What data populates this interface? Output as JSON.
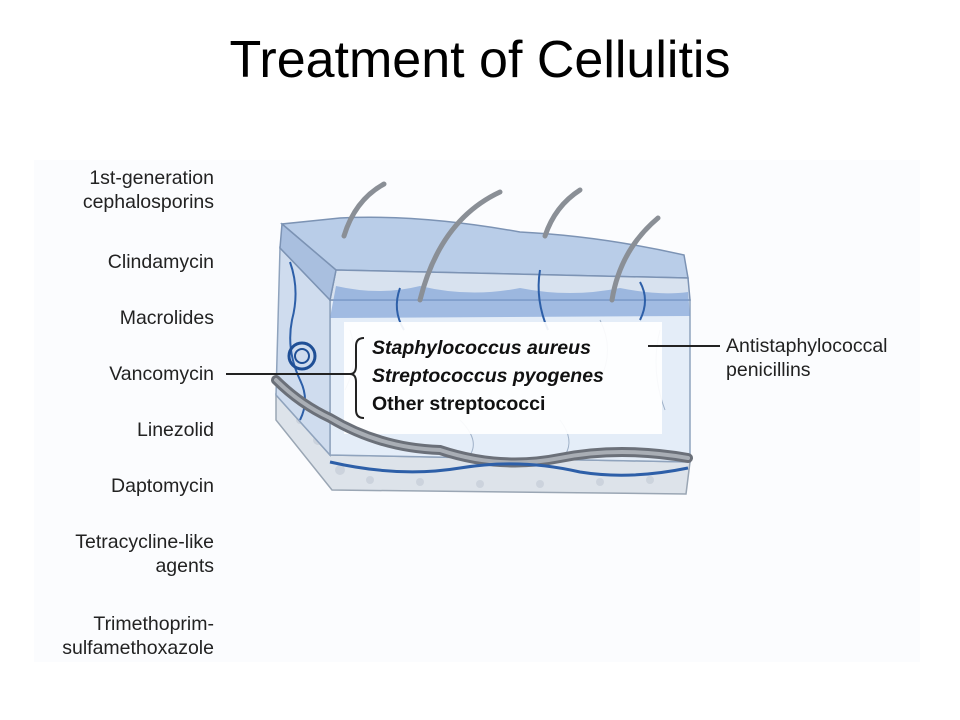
{
  "slide": {
    "title": "Treatment of Cellulitis"
  },
  "left_drugs": [
    {
      "lines": [
        "1st-generation",
        "cephalosporins"
      ]
    },
    {
      "lines": [
        "Clindamycin"
      ]
    },
    {
      "lines": [
        "Macrolides"
      ]
    },
    {
      "lines": [
        "Vancomycin"
      ]
    },
    {
      "lines": [
        "Linezolid"
      ]
    },
    {
      "lines": [
        "Daptomycin"
      ]
    },
    {
      "lines": [
        "Tetracycline-like",
        "agents"
      ]
    },
    {
      "lines": [
        "Trimethoprim-",
        "sulfamethoxazole"
      ]
    }
  ],
  "organisms": [
    "Staphylococcus aureus",
    "Streptococcus pyogenes",
    "Other streptococci"
  ],
  "right_drug": {
    "lines": [
      "Antistaphylococcal",
      "penicillins"
    ]
  }
}
